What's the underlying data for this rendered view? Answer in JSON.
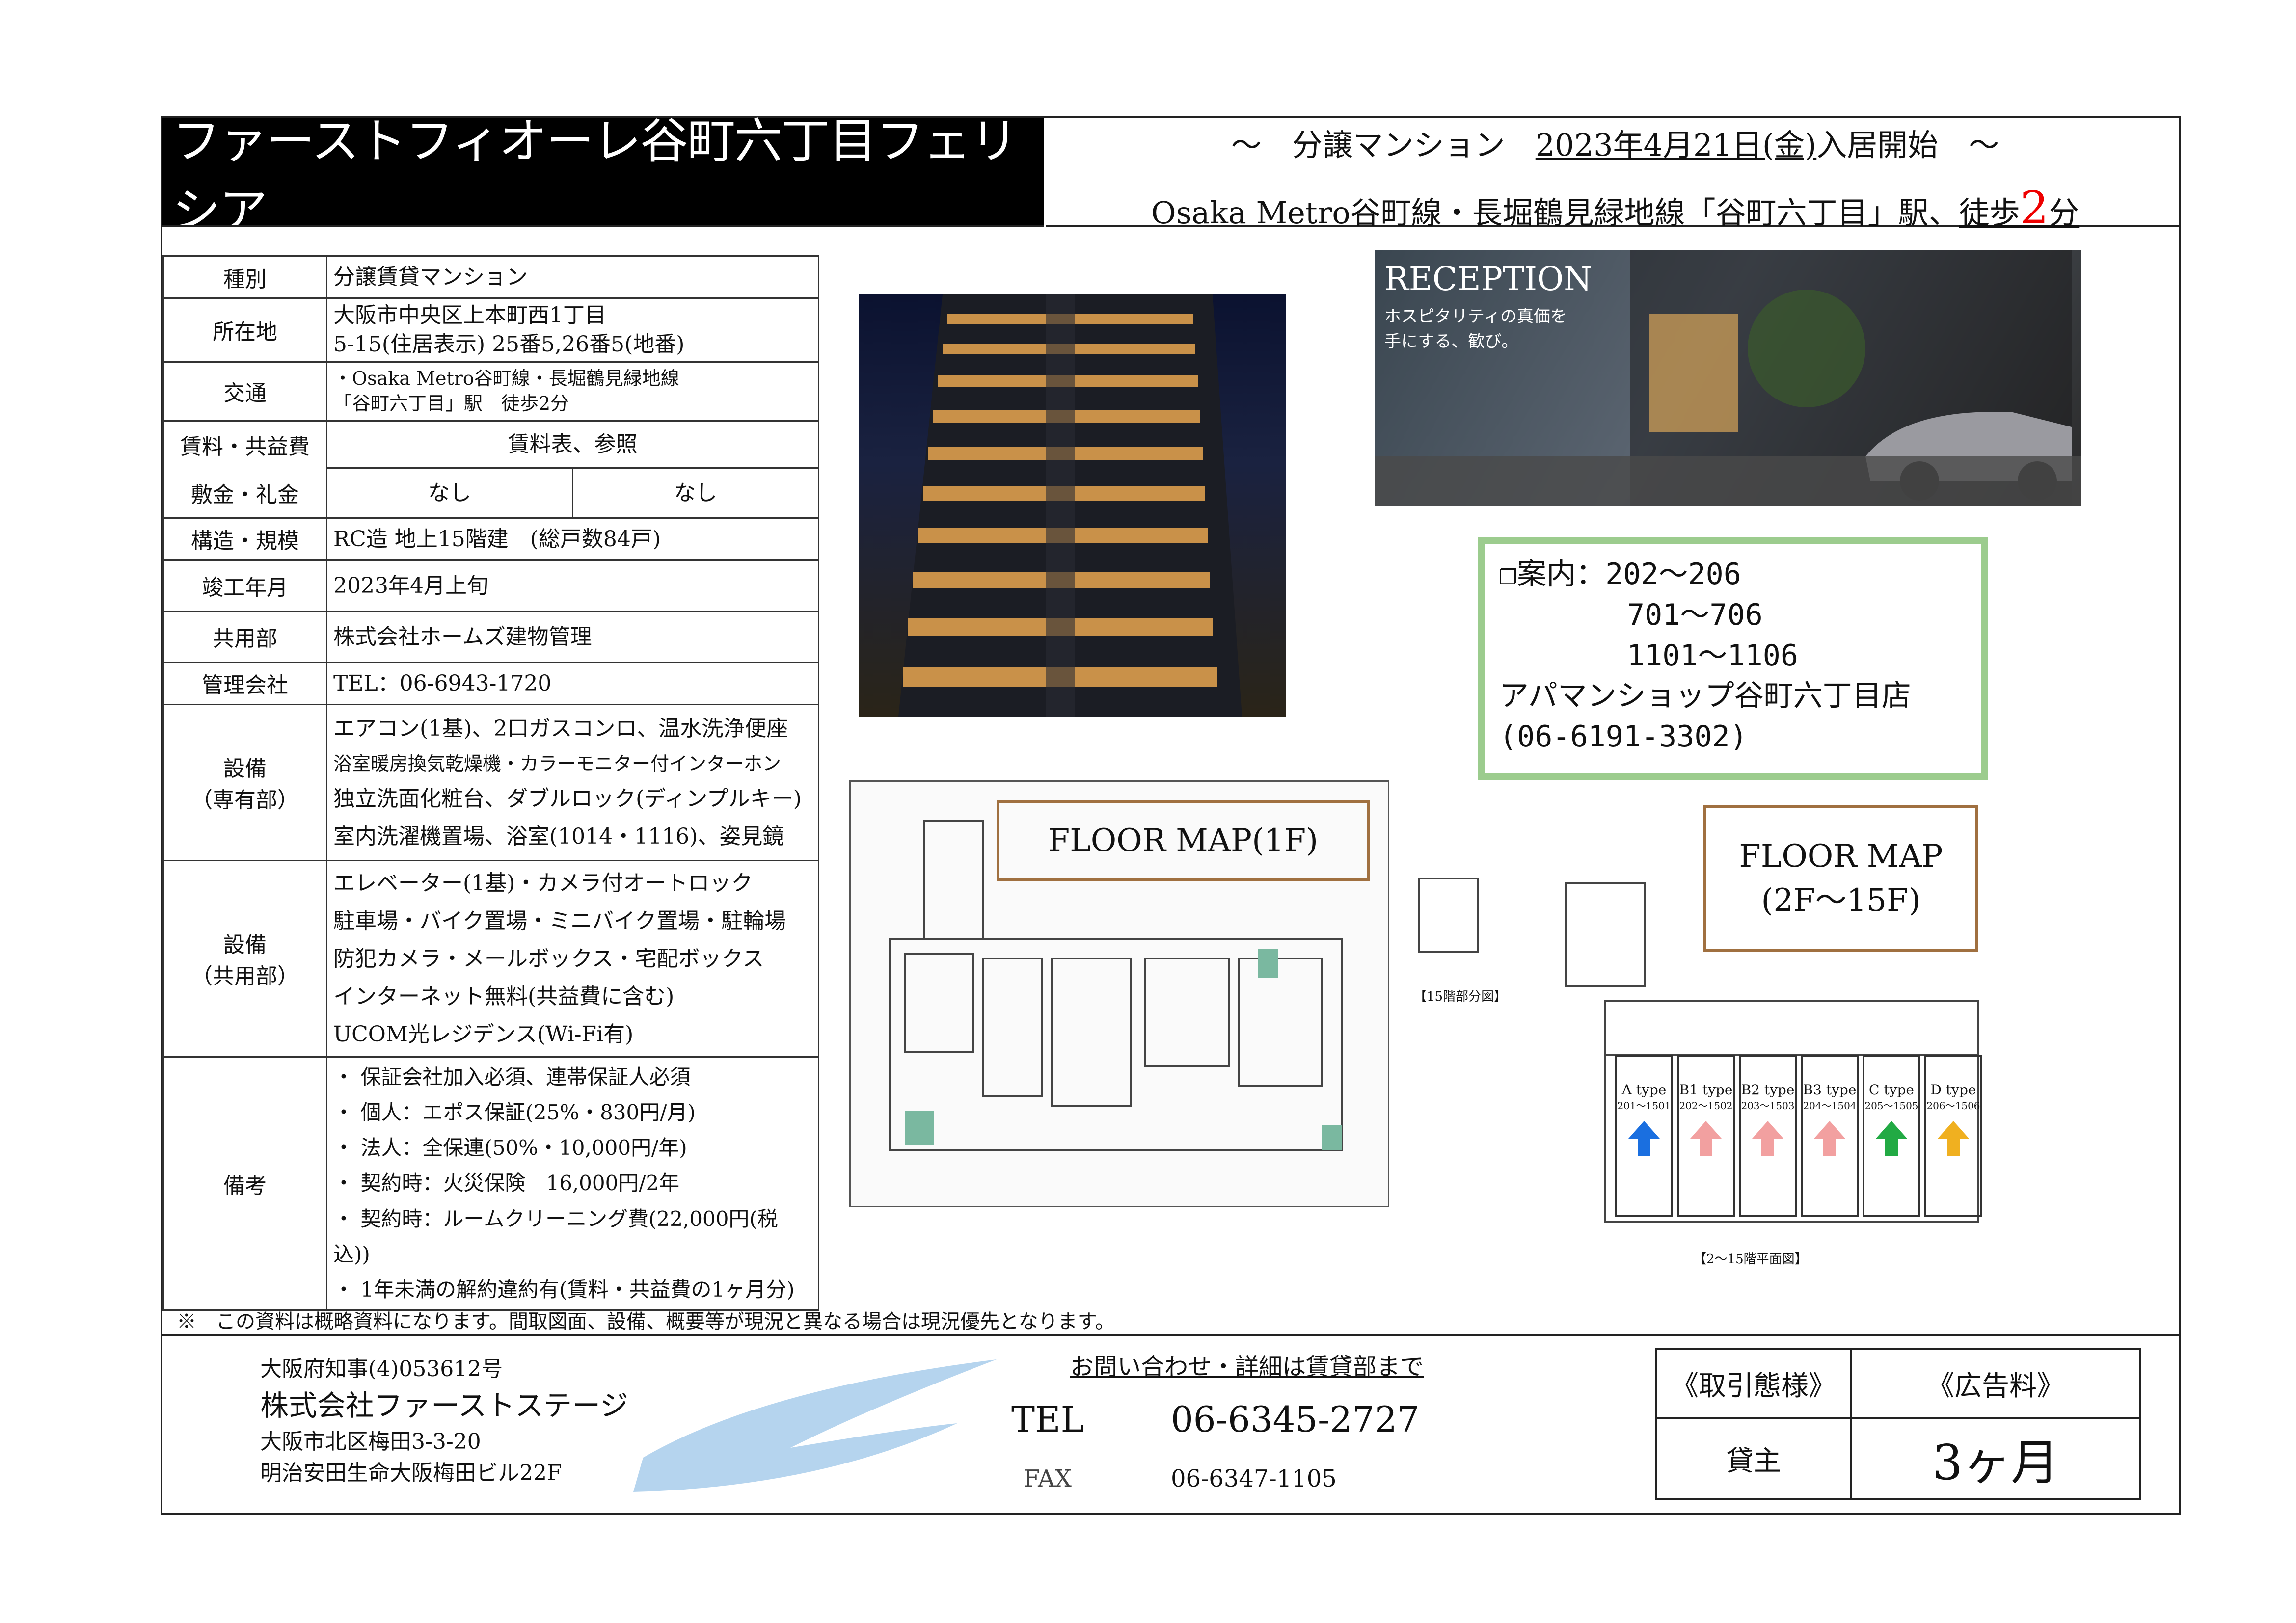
{
  "header": {
    "title": "ファーストフィオーレ谷町六丁目フェリシア",
    "line1_prefix": "〜　分譲マンション　",
    "line1_date": "2023年4月21日(金)",
    "line1_suffix": "入居開始　〜",
    "line2_prefix": "Osaka Metro谷町線・長堀鶴見緑地線「谷町六丁目」駅、",
    "line2_walk": "徒歩",
    "line2_min": "2",
    "line2_unit": "分"
  },
  "spec": {
    "type_label": "種別",
    "type_value": "分譲賃貸マンション",
    "addr_label": "所在地",
    "addr_line1": "大阪市中央区上本町西1丁目",
    "addr_line2": "5-15(住居表示) 25番5,26番5(地番)",
    "access_label": "交通",
    "access_line1": "・Osaka Metro谷町線・長堀鶴見緑地線",
    "access_line2": "「谷町六丁目」駅　徒歩2分",
    "rent_label": "賃料・共益費",
    "rent_value": "賃料表、参照",
    "deposit_label": "敷金・礼金",
    "deposit_value": "なし",
    "key_money_value": "なし",
    "structure_label": "構造・規模",
    "structure_value": "RC造 地上15階建　(総戸数84戸)",
    "built_label": "竣工年月",
    "built_value": "2023年4月上旬",
    "common_label": "共用部",
    "common_value": "株式会社ホームズ建物管理",
    "mgmt_label": "管理会社",
    "mgmt_value": "TEL：06-6943-1720",
    "private_label1": "設備",
    "private_label2": "（専有部）",
    "private_items": [
      "エアコン(1基)、2口ガスコンロ、温水洗浄便座",
      "浴室暖房換気乾燥機・カラーモニター付インターホン",
      "独立洗面化粧台、ダブルロック(ディンプルキー)",
      "室内洗濯機置場、浴室(1014・1116)、姿見鏡"
    ],
    "shared_label1": "設備",
    "shared_label2": "（共用部）",
    "shared_items": [
      "エレベーター(1基)・カメラ付オートロック",
      "駐車場・バイク置場・ミニバイク置場・駐輪場",
      "防犯カメラ・メールボックス・宅配ボックス",
      "インターネット無料(共益費に含む)",
      "UCOM光レジデンス(Wi-Fi有)"
    ],
    "remarks_label": "備考",
    "remarks_items": [
      "・ 保証会社加入必須、連帯保証人必須",
      "・ 個人：エポス保証(25%・830円/月)",
      "・ 法人：全保連(50%・10,000円/年)",
      "・ 契約時：火災保険　16,000円/2年",
      "・ 契約時：ルームクリーニング費(22,000円(税込))",
      "・ 1年未満の解約違約有(賃料・共益費の1ヶ月分)"
    ]
  },
  "note": "※　この資料は概略資料になります。間取図面、設備、概要等が現況と異なる場合は現況優先となります。",
  "reception": {
    "title": "RECEPTION",
    "line1": "ホスピタリティの真価を",
    "line2": "手にする、歓び。"
  },
  "guide": {
    "line1": "❐案内：202〜206",
    "line2": "701〜706",
    "line3": "1101〜1106",
    "shop": "アパマンショップ谷町六丁目店",
    "phone": "(06-6191-3302)"
  },
  "floor_map_1": "FLOOR MAP(1F)",
  "floor_map_2_line1": "FLOOR MAP",
  "floor_map_2_line2": "(2F〜15F)",
  "units": [
    {
      "type": "A type",
      "rooms": "201〜1501",
      "color": "#1a6fe0"
    },
    {
      "type": "B1 type",
      "rooms": "202〜1502",
      "color": "#f2a0a0"
    },
    {
      "type": "B2 type",
      "rooms": "203〜1503",
      "color": "#f2a0a0"
    },
    {
      "type": "B3 type",
      "rooms": "204〜1504",
      "color": "#f2a0a0"
    },
    {
      "type": "C type",
      "rooms": "205〜1505",
      "color": "#22aa44"
    },
    {
      "type": "D type",
      "rooms": "206〜1506",
      "color": "#f0b020"
    }
  ],
  "plan2_caption": "【2〜15階平面図】",
  "plan1_caption": "【15階部分図】",
  "footer": {
    "license": "大阪府知事(4)053612号",
    "company": "株式会社ファーストステージ",
    "address1": "大阪市北区梅田3-3-20",
    "address2": "明治安田生命大阪梅田ビル22F",
    "contact_heading": "お問い合わせ・詳細は賃貸部まで",
    "tel_label": "TEL",
    "tel": "06-6345-2727",
    "fax_label": "FAX",
    "fax": "06-6347-1105",
    "deal_label": "《取引態様》",
    "fee_label": "《広告料》",
    "deal_value": "貸主",
    "fee_value": "3ヶ月"
  }
}
